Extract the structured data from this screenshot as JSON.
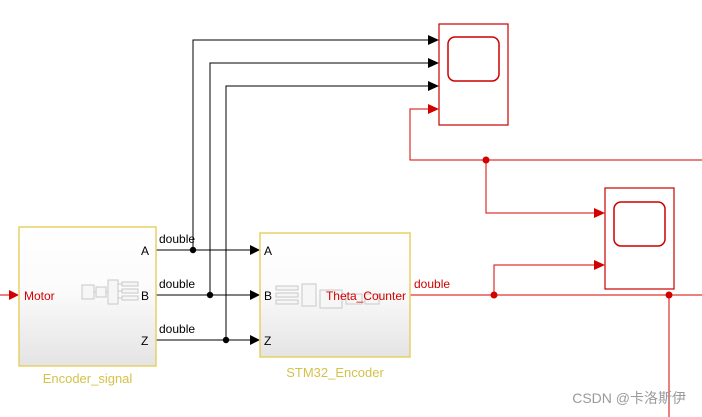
{
  "colors": {
    "block_border": "#e6d066",
    "block_label": "#d4c24a",
    "signal_black": "#000000",
    "signal_red": "#d40000",
    "scope_border": "#cc0000"
  },
  "blocks": {
    "encoder_signal": {
      "name": "Encoder_signal",
      "input_port": "Motor",
      "outputs": [
        "A",
        "B",
        "Z"
      ]
    },
    "stm32_encoder": {
      "name": "STM32_Encoder",
      "inputs": [
        "A",
        "B",
        "Z"
      ],
      "output_port": "Theta_Counter"
    }
  },
  "signals": {
    "type_a": "double",
    "type_b": "double",
    "type_z": "double",
    "type_out": "double"
  },
  "watermark": "CSDN @卡洛斯伊"
}
